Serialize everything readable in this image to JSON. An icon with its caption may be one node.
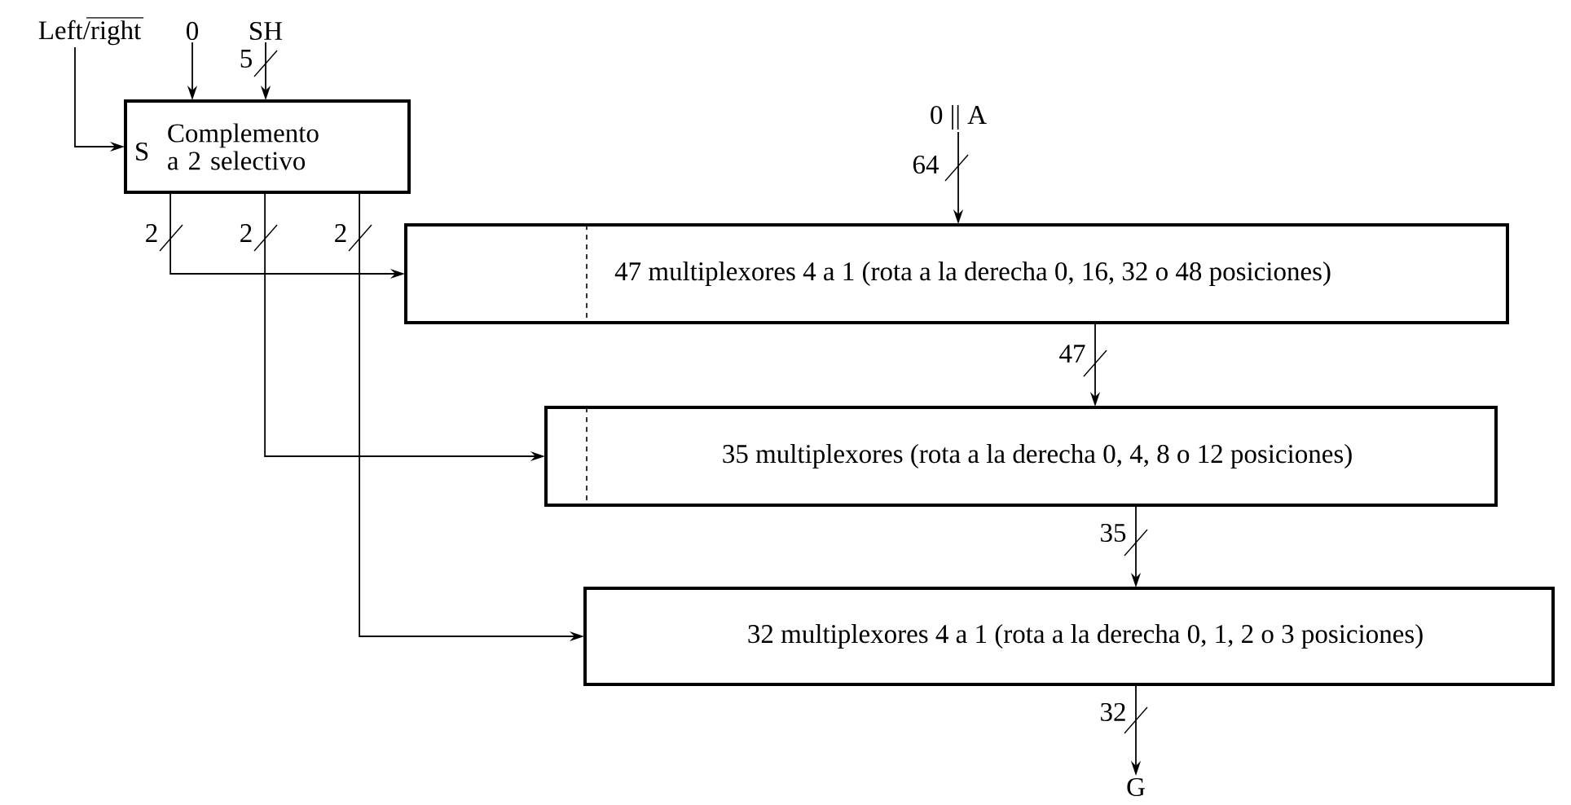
{
  "diagram": {
    "nodes": [
      {
        "text": [
          "Left/right"
        ]
      },
      {
        "text": [
          "0"
        ]
      },
      {
        "text": [
          "SH"
        ]
      },
      {
        "text": [
          "S",
          "Complemento a 2 selectivo"
        ]
      },
      {
        "text": [
          "0 || A"
        ]
      },
      {
        "text": [
          "47 multiplexores 4 a 1 (rota a la derecha 0, 16, 32 o 48 posiciones)"
        ]
      },
      {
        "text": [
          "35 multiplexores (rota a la derecha 0, 4, 8 o 12 posiciones)"
        ]
      },
      {
        "text": [
          "32 multiplexores 4 a 1 (rota a la derecha 0, 1, 2 o 3 posiciones)"
        ]
      },
      {
        "text": [
          "G"
        ]
      }
    ],
    "edges": [
      {
        "from": 0,
        "to": 3,
        "arrow": "to"
      },
      {
        "from": 1,
        "to": 3,
        "arrow": "to"
      },
      {
        "from": 2,
        "to": 3,
        "arrow": "to",
        "label": "5"
      },
      {
        "from": 3,
        "to": 5,
        "arrow": "to",
        "label": "2"
      },
      {
        "from": 3,
        "to": 6,
        "arrow": "to",
        "label": "2"
      },
      {
        "from": 3,
        "to": 7,
        "arrow": "to",
        "label": "2"
      },
      {
        "from": 4,
        "to": 5,
        "arrow": "to",
        "label": "64"
      },
      {
        "from": 5,
        "to": 6,
        "arrow": "to",
        "label": "47"
      },
      {
        "from": 6,
        "to": 7,
        "arrow": "to",
        "label": "35"
      },
      {
        "from": 7,
        "to": 8,
        "arrow": "to",
        "label": "32"
      }
    ]
  }
}
